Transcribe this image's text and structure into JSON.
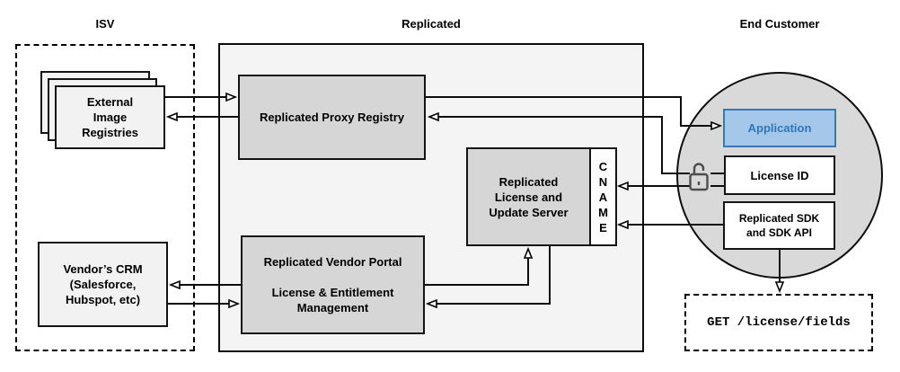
{
  "titles": {
    "isv": "ISV",
    "replicated": "Replicated",
    "end_customer": "End Customer"
  },
  "nodes": {
    "external_image_registries": {
      "label": "External\nImage\nRegistries"
    },
    "vendors_crm": {
      "label": "Vendor’s CRM\n(Salesforce,\nHubspot, etc)"
    },
    "proxy_registry": {
      "label": "Replicated Proxy Registry"
    },
    "license_update_server": {
      "label": "Replicated\nLicense and\nUpdate Server"
    },
    "cname": {
      "label": "C\nN\nA\nM\nE"
    },
    "vendor_portal": {
      "label": "Replicated Vendor Portal\n\nLicense & Entitlement\nManagement"
    },
    "application": {
      "label": "Application"
    },
    "license_id": {
      "label": "License ID"
    },
    "replicated_sdk": {
      "label": "Replicated SDK\nand SDK API"
    },
    "get_license_fields": {
      "label": "GET /license/fields"
    }
  },
  "icons": {
    "lock": "unlocked-padlock-icon"
  },
  "colors": {
    "container_fill": "#f4f4f4",
    "node_gray_fill": "#d6d6d6",
    "node_light_fill": "#f2f2f2",
    "circle_fill": "#d9d9d9",
    "application_fill": "#a5c7e9",
    "application_border": "#3b77b5",
    "application_text": "#2e77bb",
    "line_color": "#000000",
    "lock_stroke": "#4d4d4d"
  }
}
